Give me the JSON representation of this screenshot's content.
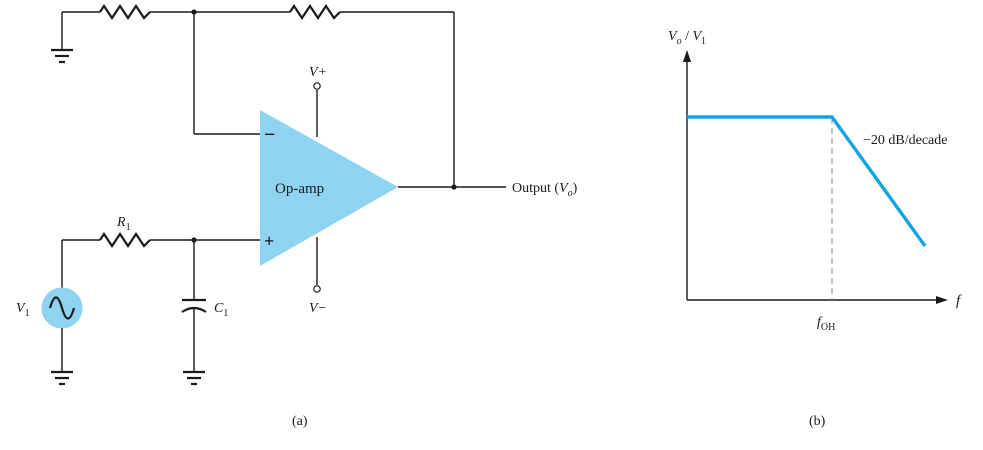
{
  "colors": {
    "accent": "#8fd3f2",
    "line": "#1a1a1a",
    "response": "#12a4e0"
  },
  "circuit": {
    "opamp_label": "Op-amp",
    "minus_sign": "−",
    "plus_sign": "+",
    "vplus": "V+",
    "vminus": "V−",
    "r1": {
      "letter": "R",
      "sub": "1"
    },
    "c1": {
      "letter": "C",
      "sub": "1"
    },
    "v1": {
      "letter": "V",
      "sub": "1"
    },
    "output": {
      "prefix": "Output (",
      "var": "V",
      "sub": "o",
      "suffix": ")"
    },
    "caption": "(a)"
  },
  "response": {
    "ylabel": {
      "v": "V",
      "o": "o",
      "slash": " / ",
      "v1": "V",
      "one": "1"
    },
    "xlabel": "f",
    "fc": {
      "f": "f",
      "sub": "OH"
    },
    "slope_label": "−20 dB/decade",
    "caption": "(b)"
  }
}
